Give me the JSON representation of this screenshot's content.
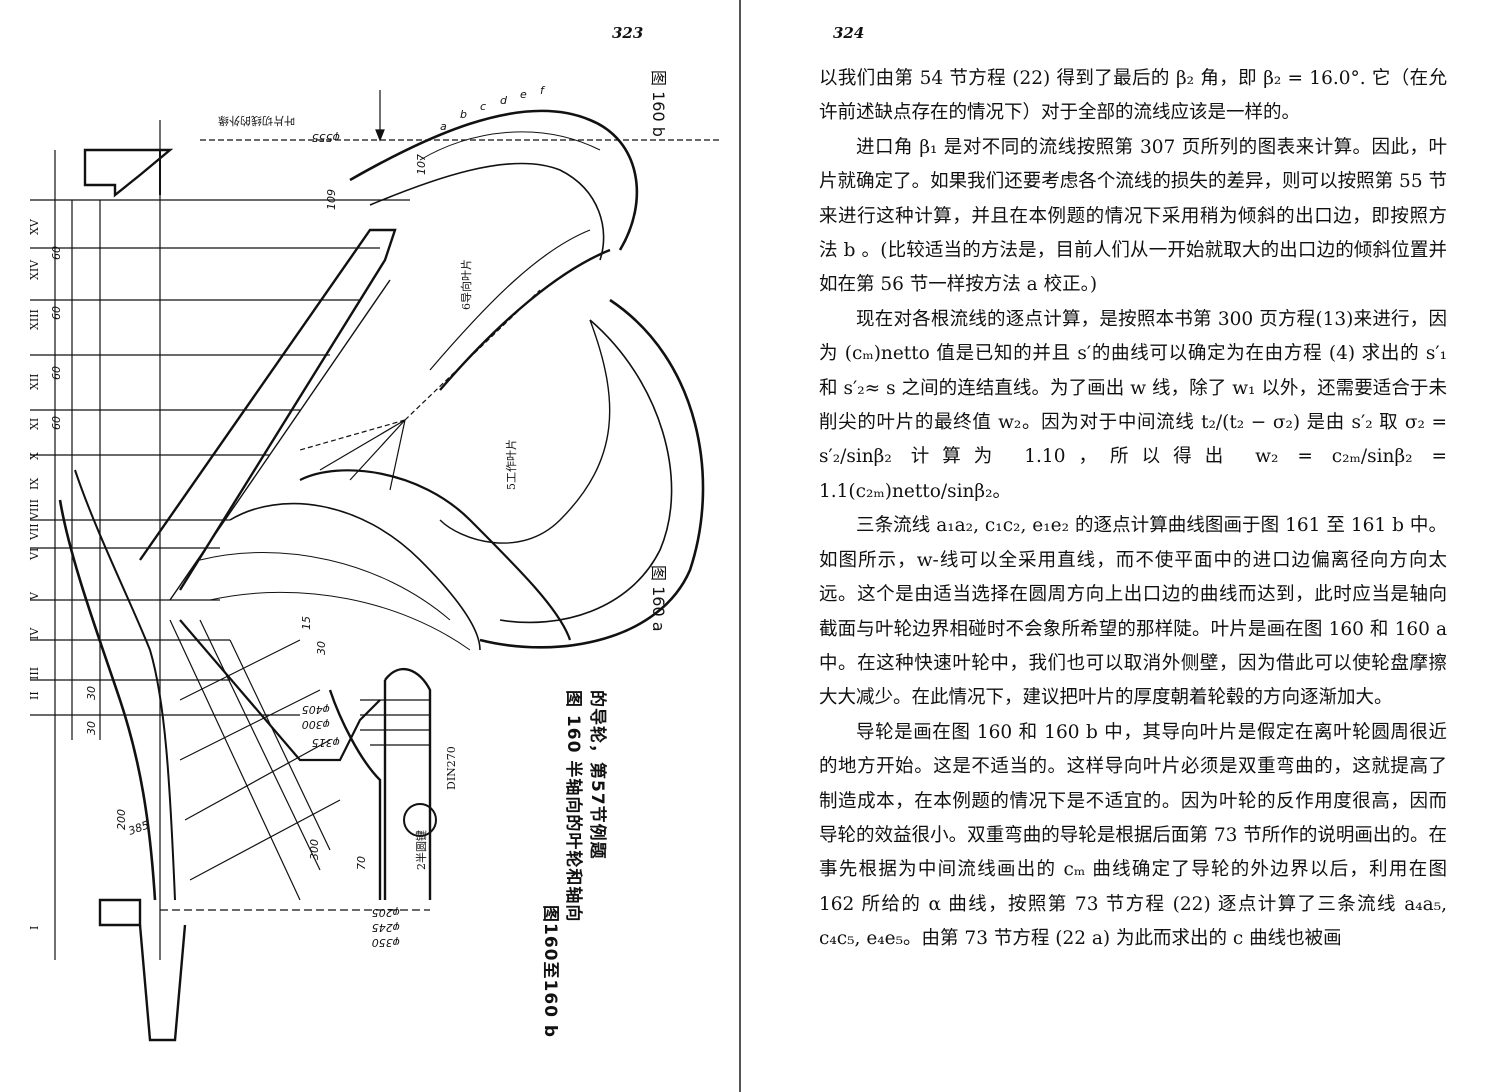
{
  "left_page": {
    "page_number": "323",
    "side_label_top": "图 160 b",
    "side_label_bottom": "图 160 a",
    "caption_line1": "图 160   半轴向的叶轮和轴向",
    "caption_prefix": "图160至160 b",
    "caption_line2": "的导轮，第57节例题",
    "drawing_labels": {
      "guide_vane": "6导向叶片",
      "work_vane": "5工作叶片",
      "din": "DIN270",
      "half_round_key": "2半圆键",
      "dim_555": "φ555",
      "dim_60": "60",
      "dim_30": "30",
      "dim_300": "300",
      "dim_200": "200",
      "dim_385": "385",
      "dim_405": "φ405",
      "dim_300b": "φ300",
      "dim_350": "φ350",
      "dim_70": "70",
      "dim_205": "φ205",
      "dim_245": "φ245",
      "dim_315": "φ315",
      "dim_107": "107",
      "dim_109": "109",
      "dim_15": "15",
      "roman_labels": [
        "I",
        "II",
        "III",
        "IV",
        "V",
        "VI",
        "VII",
        "VIII",
        "IX",
        "X",
        "XI",
        "XII",
        "XIII",
        "XIV",
        "XV"
      ],
      "stream_labels": [
        "a",
        "b",
        "c",
        "d",
        "e",
        "f"
      ],
      "top_vertical_note": "叶片切线的外缘"
    }
  },
  "right_page": {
    "page_number": "324",
    "paragraphs": [
      {
        "indent": false,
        "text": "以我们由第 54 节方程 (22) 得到了最后的 β₂ 角，即 β₂ = 16.0°. 它（在允许前述缺点存在的情况下）对于全部的流线应该是一样的。"
      },
      {
        "indent": true,
        "text": "进口角 β₁ 是对不同的流线按照第 307 页所列的图表来计算。因此，叶片就确定了。如果我们还要考虑各个流线的损失的差异，则可以按照第 55 节来进行这种计算，并且在本例题的情况下采用稍为倾斜的出口边，即按照方法 b 。(比较适当的方法是，目前人们从一开始就取大的出口边的倾斜位置并如在第 56 节一样按方法 a 校正。)"
      },
      {
        "indent": true,
        "text": "现在对各根流线的逐点计算，是按照本书第 300 页方程(13)来进行，因为 (cₘ)netto 值是已知的并且 s′的曲线可以确定为在由方程 (4) 求出的 s′₁ 和 s′₂≈ s 之间的连结直线。为了画出 w 线，除了 w₁ 以外，还需要适合于未削尖的叶片的最终值 w₂。因为对于中间流线 t₂/(t₂ − σ₂) 是由 s′₂ 取 σ₂ = s′₂/sinβ₂ 计算为 1.10，所以得出 w₂ = c₂ₘ/sinβ₂ = 1.1(c₂ₘ)netto/sinβ₂。"
      },
      {
        "indent": true,
        "text": "三条流线 a₁a₂, c₁c₂, e₁e₂ 的逐点计算曲线图画于图 161 至 161 b 中。如图所示，w-线可以全采用直线，而不使平面中的进口边偏离径向方向太远。这个是由适当选择在圆周方向上出口边的曲线而达到，此时应当是轴向截面与叶轮边界相碰时不会象所希望的那样陡。叶片是画在图 160 和 160 a 中。在这种快速叶轮中，我们也可以取消外侧壁，因为借此可以使轮盘摩擦大大减少。在此情况下，建议把叶片的厚度朝着轮毂的方向逐渐加大。"
      },
      {
        "indent": true,
        "text": "导轮是画在图 160 和 160 b 中，其导向叶片是假定在离叶轮圆周很近的地方开始。这是不适当的。这样导向叶片必须是双重弯曲的，这就提高了制造成本，在本例题的情况下是不适宜的。因为叶轮的反作用度很高，因而导轮的效益很小。双重弯曲的导轮是根据后面第 73 节所作的说明画出的。在事先根据为中间流线画出的 cₘ 曲线确定了导轮的外边界以后，利用在图 162 所给的 α 曲线，按照第 73 节方程 (22) 逐点计算了三条流线 a₄a₅, c₄c₅, e₄e₅。由第 73 节方程 (22 a) 为此而求出的 c 曲线也被画"
      }
    ]
  }
}
